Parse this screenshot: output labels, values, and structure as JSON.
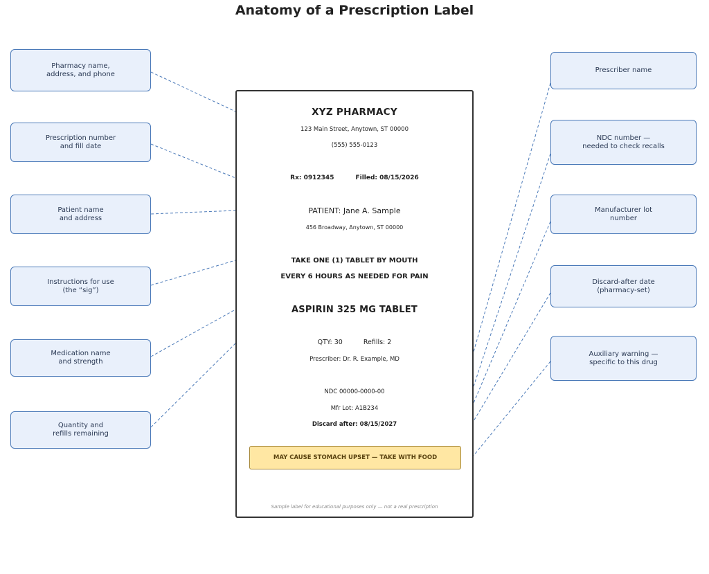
{
  "title": "Anatomy of a Prescription Label",
  "label": {
    "pharmacy_name": "XYZ PHARMACY",
    "pharmacy_address": "123 Main Street, Anytown, ST 00000",
    "pharmacy_phone": "(555) 555-0123",
    "rx_number": "Rx: 0912345",
    "fill_date": "Filled: 08/15/2026",
    "patient": "PATIENT: Jane A. Sample",
    "patient_address": "456 Broadway, Anytown, ST 00000",
    "sig_line_1": "TAKE ONE (1) TABLET BY MOUTH",
    "sig_line_2": "EVERY 6 HOURS AS NEEDED FOR PAIN",
    "drug": "ASPIRIN 325 MG TABLET",
    "quantity": "QTY: 30",
    "refills": "Refills: 2",
    "prescriber": "Prescriber: Dr. R. Example, MD",
    "ndc": "NDC 00000-0000-00",
    "lot": "Mfr Lot: A1B234",
    "discard_after": "Discard after: 08/15/2027",
    "auxiliary_warning": "MAY CAUSE STOMACH UPSET — TAKE WITH FOOD",
    "footnote": "Sample label for educational purposes only — not a real prescription"
  },
  "callouts_left": [
    {
      "text": "Pharmacy name,\naddress, and phone"
    },
    {
      "text": "Prescription number\nand fill date"
    },
    {
      "text": "Patient name\nand address"
    },
    {
      "text": "Instructions for use\n(the “sig”)"
    },
    {
      "text": "Medication name\nand strength"
    },
    {
      "text": "Quantity and\nrefills remaining"
    }
  ],
  "callouts_right": [
    {
      "text": "Prescriber name"
    },
    {
      "text": "NDC number —\nneeded to check recalls"
    },
    {
      "text": "Manufacturer lot\nnumber"
    },
    {
      "text": "Discard-after date\n(pharmacy-set)"
    },
    {
      "text": "Auxiliary warning —\nspecific to this drug"
    }
  ],
  "colors": {
    "callout_fill": "#e9f0fb",
    "callout_border": "#4a79b8",
    "connector": "#4a79b8",
    "warning_fill": "#ffe7a3",
    "warning_border": "#a8893a"
  }
}
